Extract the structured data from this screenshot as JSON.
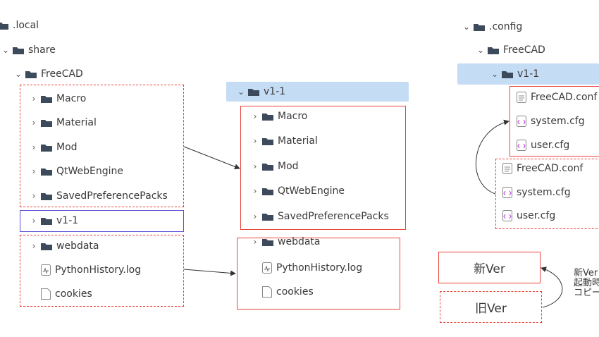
{
  "left_tree": {
    "root": ".local",
    "share": "share",
    "freecad": "FreeCAD",
    "group1": [
      "Macro",
      "Material",
      "Mod",
      "QtWebEngine",
      "SavedPreferencePacks"
    ],
    "v1": "v1-1",
    "webdata": "webdata",
    "history": "PythonHistory.log",
    "cookies": "cookies"
  },
  "middle_tree": {
    "header": "v1-1",
    "group1": [
      "Macro",
      "Material",
      "Mod",
      "QtWebEngine",
      "SavedPreferencePacks"
    ],
    "webdata": "webdata",
    "history": "PythonHistory.log",
    "cookies": "cookies"
  },
  "right_tree": {
    "root": ".config",
    "freecad": "FreeCAD",
    "v1": "v1-1",
    "new_files": [
      "FreeCAD.conf",
      "system.cfg",
      "user.cfg"
    ],
    "old_files": [
      "FreeCAD.conf",
      "system.cfg",
      "user.cfg"
    ]
  },
  "legend": {
    "new_ver": "新Ver",
    "old_ver": "旧Ver",
    "note_lines": [
      "新Ver",
      "起動時",
      "コピー"
    ]
  },
  "colors": {
    "accent_red": "#e8433a",
    "blue": "#5a4fd6",
    "selection": "#c5dcf5",
    "folder": "#3d4a5c"
  }
}
